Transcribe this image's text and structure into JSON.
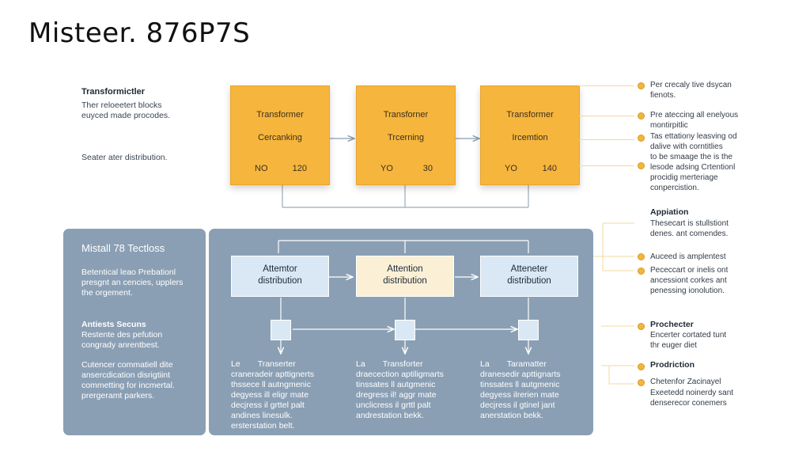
{
  "title": "Misteer. 876P7S",
  "intro": {
    "heading": "Transformictler",
    "lines": [
      "Ther reloeetert blocks",
      "euyced made procodes."
    ],
    "footer": "Seater ater distribution."
  },
  "transformer_blocks": [
    {
      "title": "Transformer",
      "subtitle": "Cercanking",
      "code": "NO",
      "value": "120"
    },
    {
      "title": "Transforner",
      "subtitle": "Trcerning",
      "code": "YO",
      "value": "30"
    },
    {
      "title": "Transformer",
      "subtitle": "Ircemtion",
      "code": "YO",
      "value": "140"
    }
  ],
  "right_notes_top": [
    {
      "lines": [
        "Per crecaly tive dsycan",
        "fienots."
      ]
    },
    {
      "lines": [
        "Pre ateccing all enelyous",
        "montirpitlic"
      ]
    },
    {
      "lines": [
        "Tas ettationy leasving od",
        "dalive with corntitlies"
      ]
    },
    {
      "lines": [
        "to be smaage the is the",
        "lesode adsing Crtentionl",
        "procidig merteriage",
        "conpercistion."
      ]
    }
  ],
  "right_section_application": {
    "heading": "Appiation",
    "items": [
      {
        "lines": [
          "Thesecart is stullstiont",
          "denes. ant comendes."
        ]
      },
      {
        "lines": [
          "Auceed is amplentest"
        ]
      },
      {
        "lines": [
          "Pececcart or inelis ont",
          "ancessiont corkes ant",
          "penessing ionolution."
        ]
      }
    ]
  },
  "right_section_prochecter": {
    "heading": "Prochecter",
    "lines": [
      "Encerter cortated tunt",
      "thr euger diet"
    ]
  },
  "right_section_prodriction": {
    "heading": "Prodriction",
    "items": [
      {
        "lines": [
          "Chetenfor Zacinayel"
        ]
      },
      {
        "lines": [
          "Exeetedd noinerdy sant",
          "denserecor conemers"
        ]
      }
    ]
  },
  "left_panel": {
    "heading": "Mistall 78 Tectloss",
    "paragraphs": [
      [
        "Betentical leao Prebationl",
        "presgnt an cencies, upplers",
        "the orgement."
      ],
      [
        "Antiests Secuns",
        "Restente des pefution",
        "congrady anrentbest."
      ],
      [
        "Cutencer commatiell dite",
        "ansercdication disrigtiint",
        "commetting for incmertal.",
        "prergeramt parkers."
      ]
    ]
  },
  "attention_blocks": [
    {
      "lines": [
        "Attemtor",
        "distribution"
      ]
    },
    {
      "lines": [
        "Attention",
        "distribution"
      ]
    },
    {
      "lines": [
        "Atteneter",
        "distribution"
      ]
    }
  ],
  "columns": [
    {
      "prefix": "Le",
      "title": "Transerter",
      "lines": [
        "craneradeir apttignerts",
        "thssece ll autngmenic",
        "degyess ill eligr mate",
        "decjress il grttel palt",
        "andines linesulk.",
        "ersterstation belt."
      ]
    },
    {
      "prefix": "La",
      "title": "Transforter",
      "lines": [
        "draecection aptiligmarts",
        "tinssates ll autgmenic",
        "dregress il! aggr mate",
        "unclicress il grttl palt",
        "andrestation bekk."
      ]
    },
    {
      "prefix": "La",
      "title": "Taramatter",
      "lines": [
        "dranesedir apttignarts",
        "tinssates ll autgmenic",
        "degyess ilrerien mate",
        "decjress il gtinel jant",
        "anerstation bekk."
      ]
    }
  ],
  "colors": {
    "transformer_fill": "#f6b53c",
    "panel_fill": "#8a9fb4",
    "attention_fill": "#d9e8f4",
    "attention_mid_fill": "#fbf0d6",
    "connector": "#9aabba",
    "bullet": "#f2b63c"
  }
}
